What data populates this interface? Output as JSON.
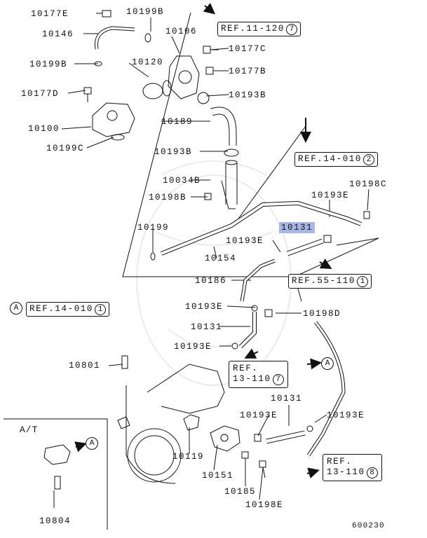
{
  "labels": {
    "l10177E": "10177E",
    "l10199B_top": "10199B",
    "l10146": "10146",
    "l10106": "10106",
    "l10177C": "10177C",
    "l10199B_left": "10199B",
    "l10120": "10120",
    "l10177B": "10177B",
    "l10177D": "10177D",
    "l10193B_a": "10193B",
    "l10100": "10100",
    "l10189": "10189",
    "l10199C": "10199C",
    "l10193B_b": "10193B",
    "l10034B": "10034B",
    "l10198B": "10198B",
    "l10193E_a": "10193E",
    "l10198C": "10198C",
    "l10131_hl": "10131",
    "l10199": "10199",
    "l10193E_b": "10193E",
    "l10154": "10154",
    "l10186": "10186",
    "l10193E_c": "10193E",
    "l10198D": "10198D",
    "l10131_b": "10131",
    "l10193E_d": "10193E",
    "l10801": "10801",
    "l10131_c": "10131",
    "l10193E_e": "10193E",
    "l10193E_f": "10193E",
    "l10119": "10119",
    "l10151": "10151",
    "l10185": "10185",
    "l10198E": "10198E",
    "l10804": "10804"
  },
  "refs": {
    "r1": {
      "text": "REF.11-120",
      "num": "7"
    },
    "r2": {
      "text": "REF.14-010",
      "num": "2"
    },
    "r3": {
      "text": "REF.55-110",
      "num": "1"
    },
    "r4": {
      "text": "REF.14-010",
      "num": "1"
    },
    "r5": {
      "line1": "REF.",
      "line2": "13-110",
      "num": "7"
    },
    "r6": {
      "line1": "REF.",
      "line2": "13-110",
      "num": "8"
    }
  },
  "markers": {
    "a1": "A",
    "a2": "A",
    "a3": "A"
  },
  "inset": {
    "title": "A/T"
  },
  "footer": {
    "code": "600230"
  },
  "colors": {
    "highlight": "#a9b7e8",
    "line": "#111111"
  }
}
